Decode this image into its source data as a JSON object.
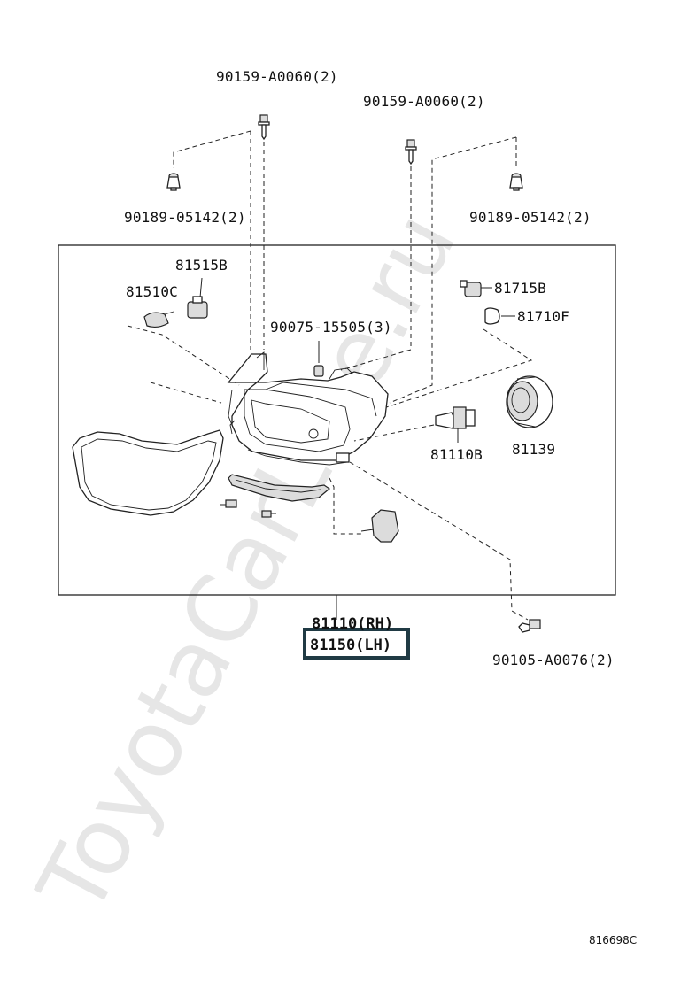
{
  "watermark": "ToyotaCarLine.ru",
  "diagram_code": "816698C",
  "labels": {
    "bolt_top_left": "90159-A0060(2)",
    "bolt_top_mid": "90159-A0060(2)",
    "clip_left": "90189-05142(2)",
    "clip_right": "90189-05142(2)",
    "bulb_socket_left": "81515B",
    "bulb_left": "81510C",
    "screw_center": "90075-15505(3)",
    "socket_right": "81715B",
    "bulb_right": "81710F",
    "bulb_main": "81110B",
    "cap": "81139",
    "assembly_rh": "81110(RH)",
    "assembly_lh": "81150(LH)",
    "bolt_bottom": "90105-A0076(2)"
  },
  "highlight_color": "#203a44"
}
